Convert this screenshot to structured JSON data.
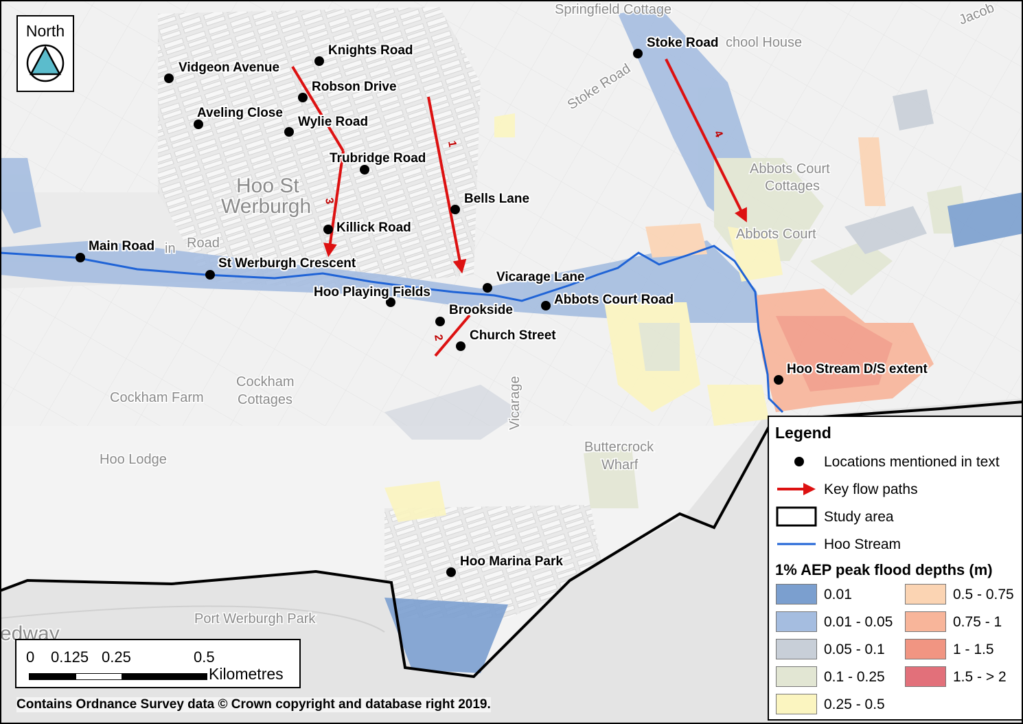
{
  "north": {
    "label": "North"
  },
  "background_labels": {
    "hoo_st": "Hoo St",
    "werburgh": "Werburgh",
    "road": "Road",
    "main_road_partial": "in",
    "springfield": "Springfield Cottage",
    "school_house": "chool House",
    "stoke_road_bg": "Stoke Road",
    "jacob": "Jacob",
    "abbots_court_cottages_1": "Abbots Court",
    "abbots_court_cottages_2": "Cottages",
    "abbots_court_bg": "Abbots Court",
    "cockham_cottages_1": "Cockham",
    "cockham_cottages_2": "Cottages",
    "cockham_farm": "Cockham Farm",
    "hoo_lodge": "Hoo Lodge",
    "vicarage": "Vicarage",
    "buttercrock_1": "Buttercrock",
    "buttercrock_2": "Wharf",
    "port_werburgh_park": "Port Werburgh Park",
    "medway": "edway"
  },
  "locations": [
    {
      "name": "Vidgeon Avenue"
    },
    {
      "name": "Knights Road"
    },
    {
      "name": "Robson Drive"
    },
    {
      "name": "Aveling Close"
    },
    {
      "name": "Wylie Road"
    },
    {
      "name": "Trubridge Road"
    },
    {
      "name": "Bells Lane"
    },
    {
      "name": "Killick Road"
    },
    {
      "name": "Main Road"
    },
    {
      "name": "St Werburgh Crescent"
    },
    {
      "name": "Hoo Playing Fields"
    },
    {
      "name": "Vicarage Lane"
    },
    {
      "name": "Abbots Court Road"
    },
    {
      "name": "Brookside"
    },
    {
      "name": "Church Street"
    },
    {
      "name": "Stoke Road"
    },
    {
      "name": "Hoo Stream D/S extent"
    },
    {
      "name": "Hoo Marina Park"
    }
  ],
  "flow_paths": [
    {
      "label": "1"
    },
    {
      "label": "2"
    },
    {
      "label": "3"
    },
    {
      "label": "4"
    }
  ],
  "scale_bar": {
    "ticks": [
      "0",
      "0.125",
      "0.25",
      "0.5"
    ],
    "unit": "Kilometres"
  },
  "copyright": "Contains Ordnance Survey data © Crown copyright and database right 2019.",
  "legend": {
    "title": "Legend",
    "items": [
      {
        "label": "Locations mentioned in text"
      },
      {
        "label": "Key flow paths"
      },
      {
        "label": "Study area"
      },
      {
        "label": "Hoo Stream"
      }
    ],
    "depth_title": "1% AEP peak flood depths (m)",
    "depth_classes": [
      {
        "label": "0.01",
        "color": "#7b9fcf"
      },
      {
        "label": "0.01 - 0.05",
        "color": "#a5bde0"
      },
      {
        "label": "0.05 - 0.1",
        "color": "#c8cfd8"
      },
      {
        "label": "0.1 - 0.25",
        "color": "#e2e6d3"
      },
      {
        "label": "0.25 - 0.5",
        "color": "#fbf5c0"
      },
      {
        "label": "0.5 - 0.75",
        "color": "#fbd4b3"
      },
      {
        "label": "0.75 - 1",
        "color": "#f8b59a"
      },
      {
        "label": "1 - 1.5",
        "color": "#f19582"
      },
      {
        "label": "1.5 - > 2",
        "color": "#e2707a"
      }
    ]
  },
  "colors": {
    "flow_arrow": "#dd1111",
    "stream": "#1f63d6",
    "study_area": "#000000",
    "location_dot": "#000000"
  }
}
